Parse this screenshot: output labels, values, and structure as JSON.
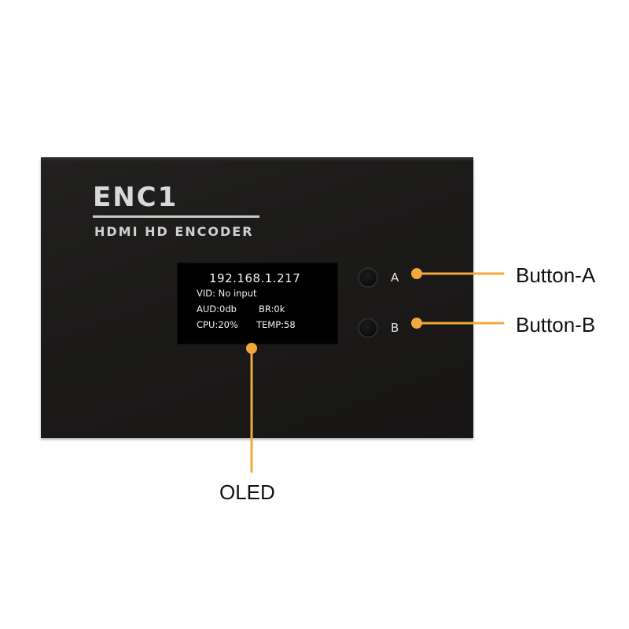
{
  "device": {
    "model": "ENC1",
    "subtitle": "HDMI HD ENCODER",
    "body_color": "#1b1a19"
  },
  "oled": {
    "ip": "192.168.1.217",
    "vid": "VID: No input",
    "aud": "AUD:0db",
    "br": "BR:0k",
    "cpu": "CPU:20%",
    "temp": "TEMP:58"
  },
  "buttons": {
    "a_letter": "A",
    "b_letter": "B"
  },
  "callouts": {
    "button_a": "Button-A",
    "button_b": "Button-B",
    "oled": "OLED",
    "line_color": "#f3a83a"
  }
}
